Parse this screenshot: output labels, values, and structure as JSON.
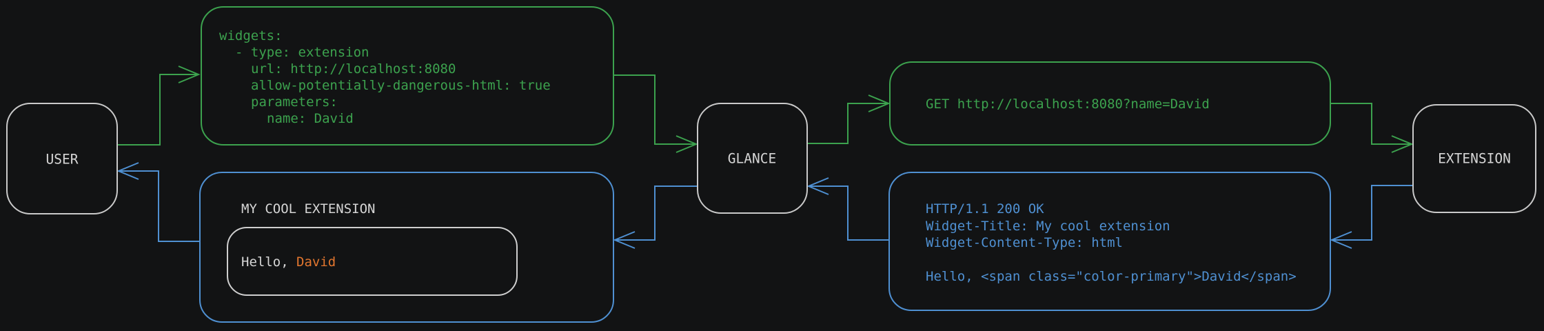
{
  "colors": {
    "background": "#121314",
    "request_green": "#3ca24e",
    "response_blue": "#4f90d2",
    "primary_orange": "#e2762f",
    "node_border": "#cacaca",
    "label_text": "#d6d6d6"
  },
  "nodes": {
    "user": {
      "label": "USER"
    },
    "glance": {
      "label": "GLANCE"
    },
    "extension": {
      "label": "EXTENSION"
    }
  },
  "config_box": {
    "lines": [
      "widgets:",
      "- type: extension",
      "url: http://localhost:8080",
      "allow-potentially-dangerous-html: true",
      "parameters:",
      "name: David"
    ]
  },
  "request_box": {
    "text": "GET http://localhost:8080?name=David"
  },
  "response_box": {
    "lines": [
      "HTTP/1.1 200 OK",
      "Widget-Title: My cool extension",
      "Widget-Content-Type: html",
      "Hello, <span class=\"color-primary\">David</span>"
    ]
  },
  "render_box": {
    "title": "MY COOL EXTENSION",
    "greeting_prefix": "Hello,",
    "greeting_name": "David"
  }
}
